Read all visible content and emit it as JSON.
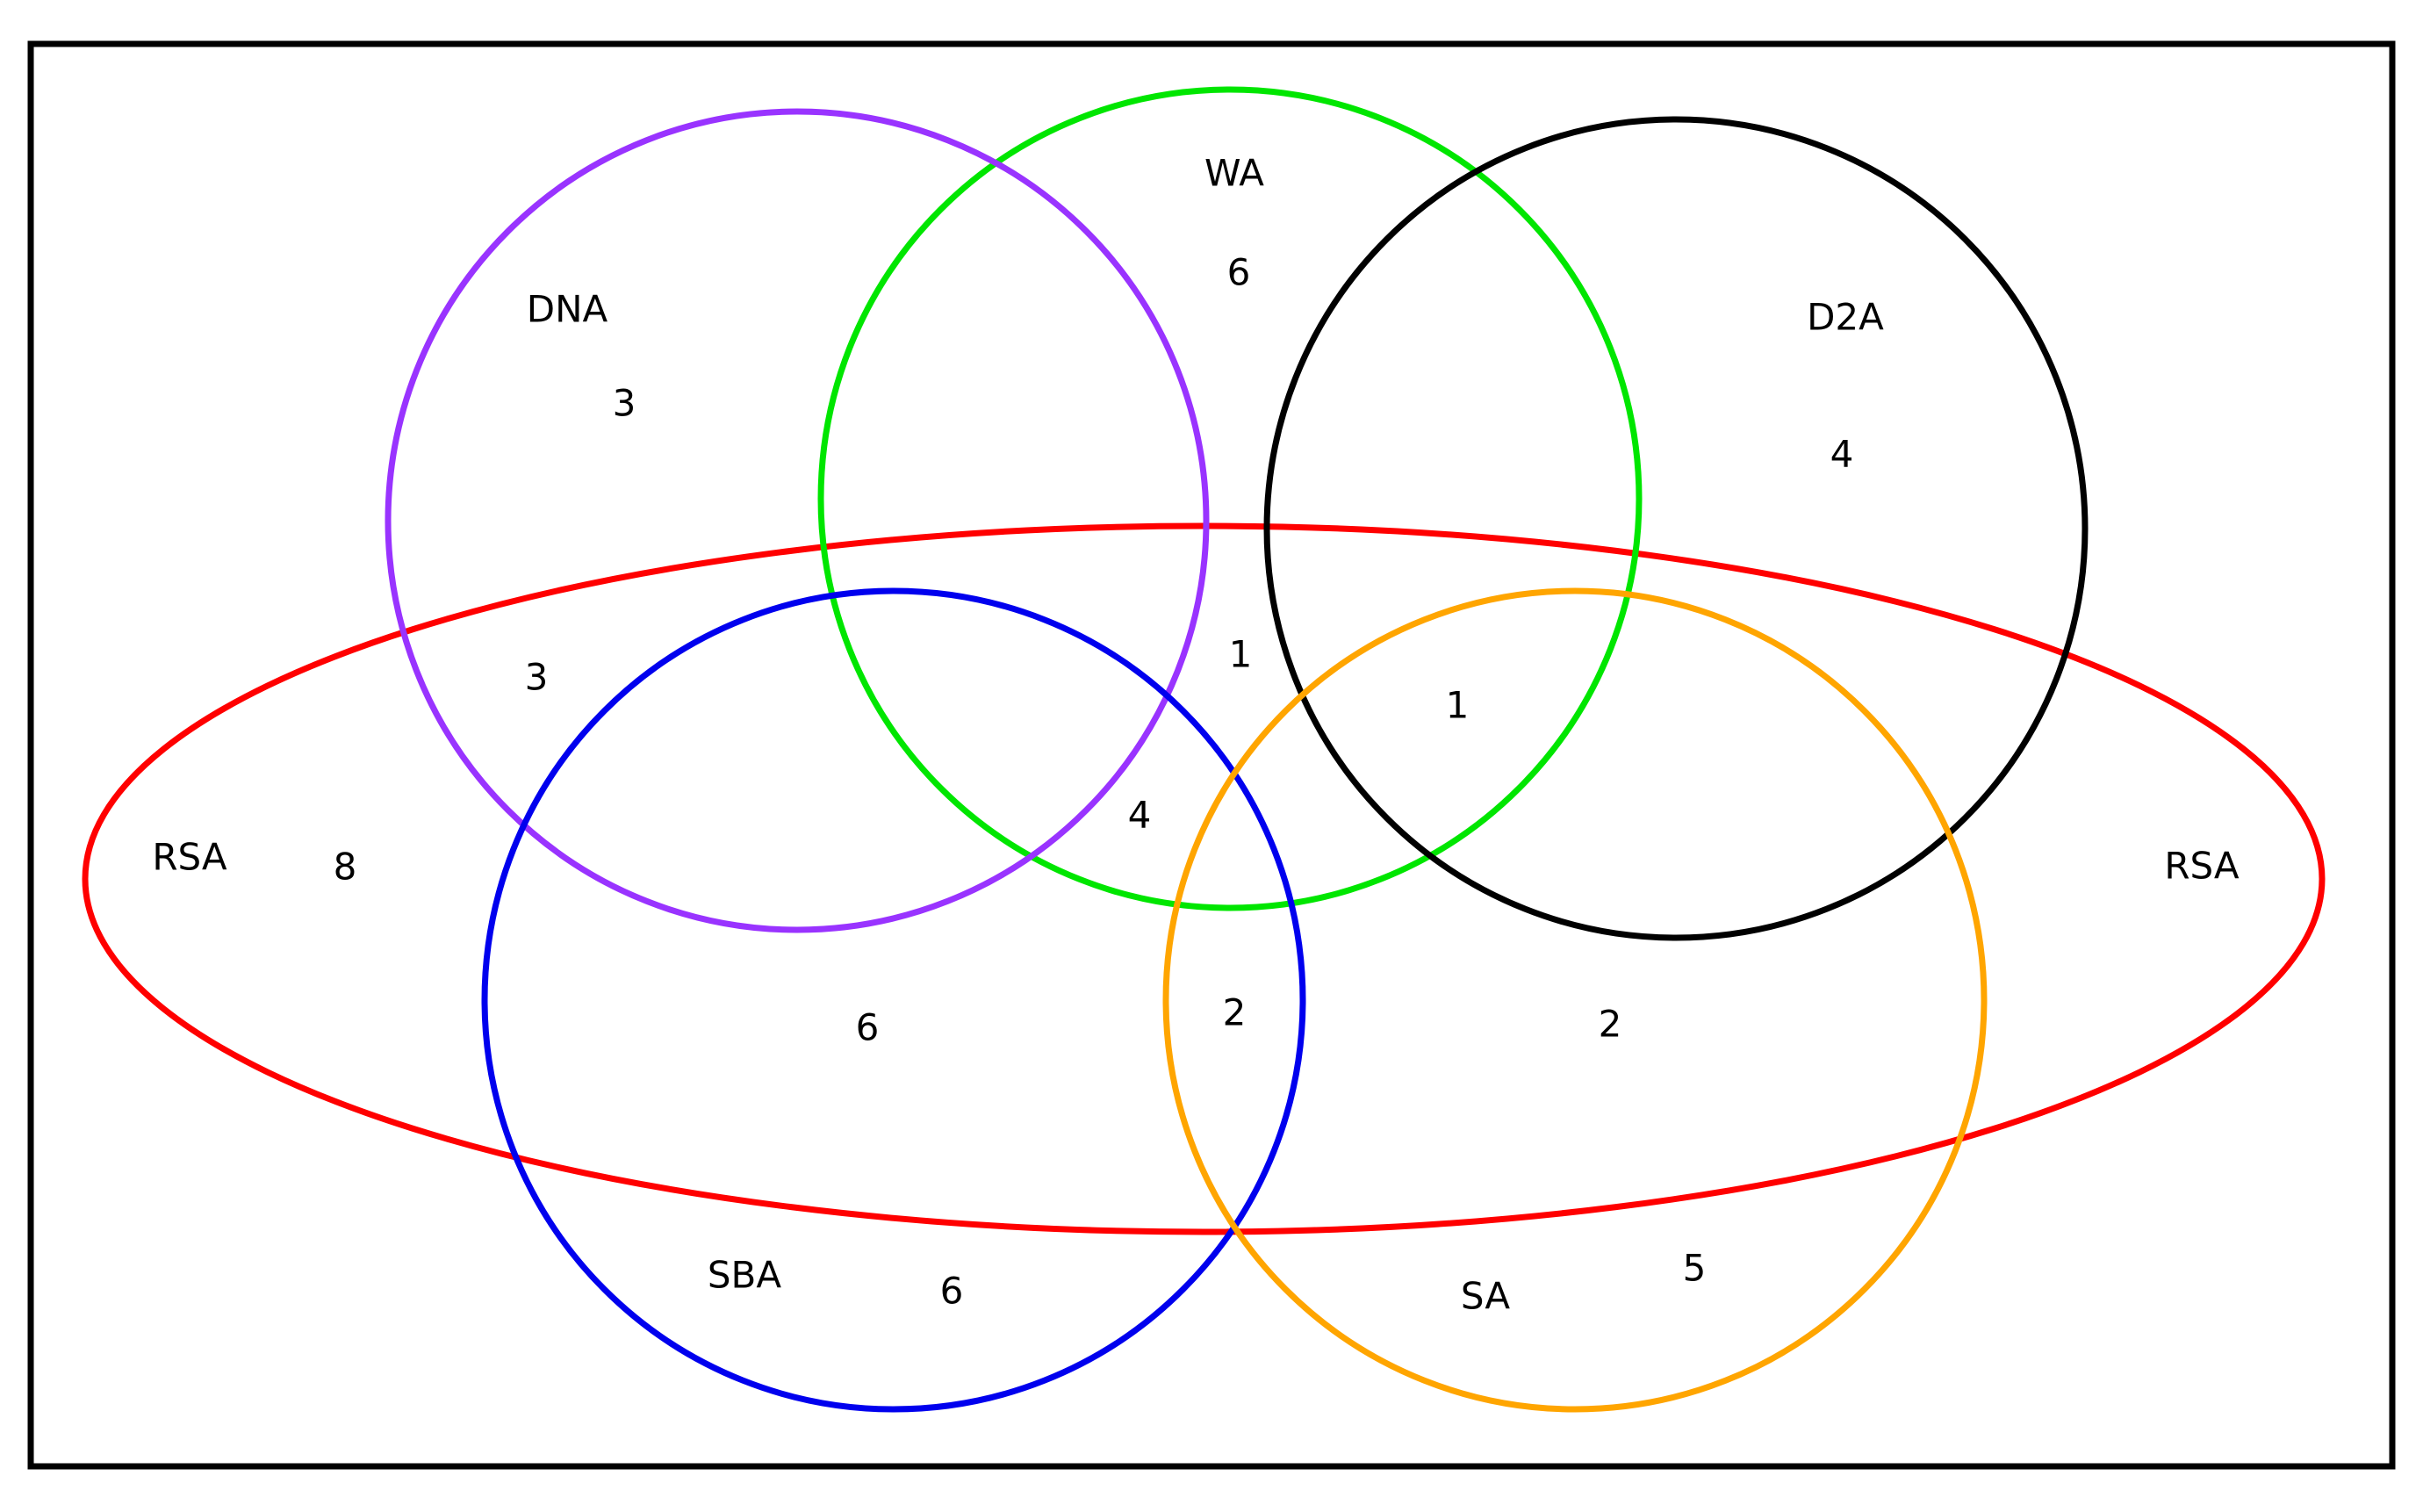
{
  "sets": [
    {
      "id": "rsa",
      "label": "RSA",
      "label_secondary": "RSA",
      "color": "#ff0000"
    },
    {
      "id": "wa",
      "label": "WA",
      "color": "#00e600"
    },
    {
      "id": "dna",
      "label": "DNA",
      "color": "#9933ff"
    },
    {
      "id": "d2a",
      "label": "D2A",
      "color": "#000000"
    },
    {
      "id": "sba",
      "label": "SBA",
      "color": "#0000ee"
    },
    {
      "id": "sa",
      "label": "SA",
      "color": "#ffa500"
    }
  ],
  "regions": [
    {
      "sets": [
        "wa"
      ],
      "count": "6"
    },
    {
      "sets": [
        "dna"
      ],
      "count": "3"
    },
    {
      "sets": [
        "d2a"
      ],
      "count": "4"
    },
    {
      "sets": [
        "dna",
        "rsa"
      ],
      "count": "3"
    },
    {
      "sets": [
        "rsa"
      ],
      "count": "8"
    },
    {
      "sets": [
        "wa",
        "rsa"
      ],
      "count": "1"
    },
    {
      "sets": [
        "wa",
        "d2a",
        "rsa",
        "sa"
      ],
      "count": "1"
    },
    {
      "sets": [
        "wa",
        "sba",
        "rsa"
      ],
      "count": "4"
    },
    {
      "sets": [
        "sba",
        "rsa"
      ],
      "count": "6"
    },
    {
      "sets": [
        "sba",
        "sa",
        "rsa"
      ],
      "count": "2"
    },
    {
      "sets": [
        "sa",
        "rsa"
      ],
      "count": "2"
    },
    {
      "sets": [
        "sba"
      ],
      "count": "6"
    },
    {
      "sets": [
        "sa"
      ],
      "count": "5"
    }
  ]
}
